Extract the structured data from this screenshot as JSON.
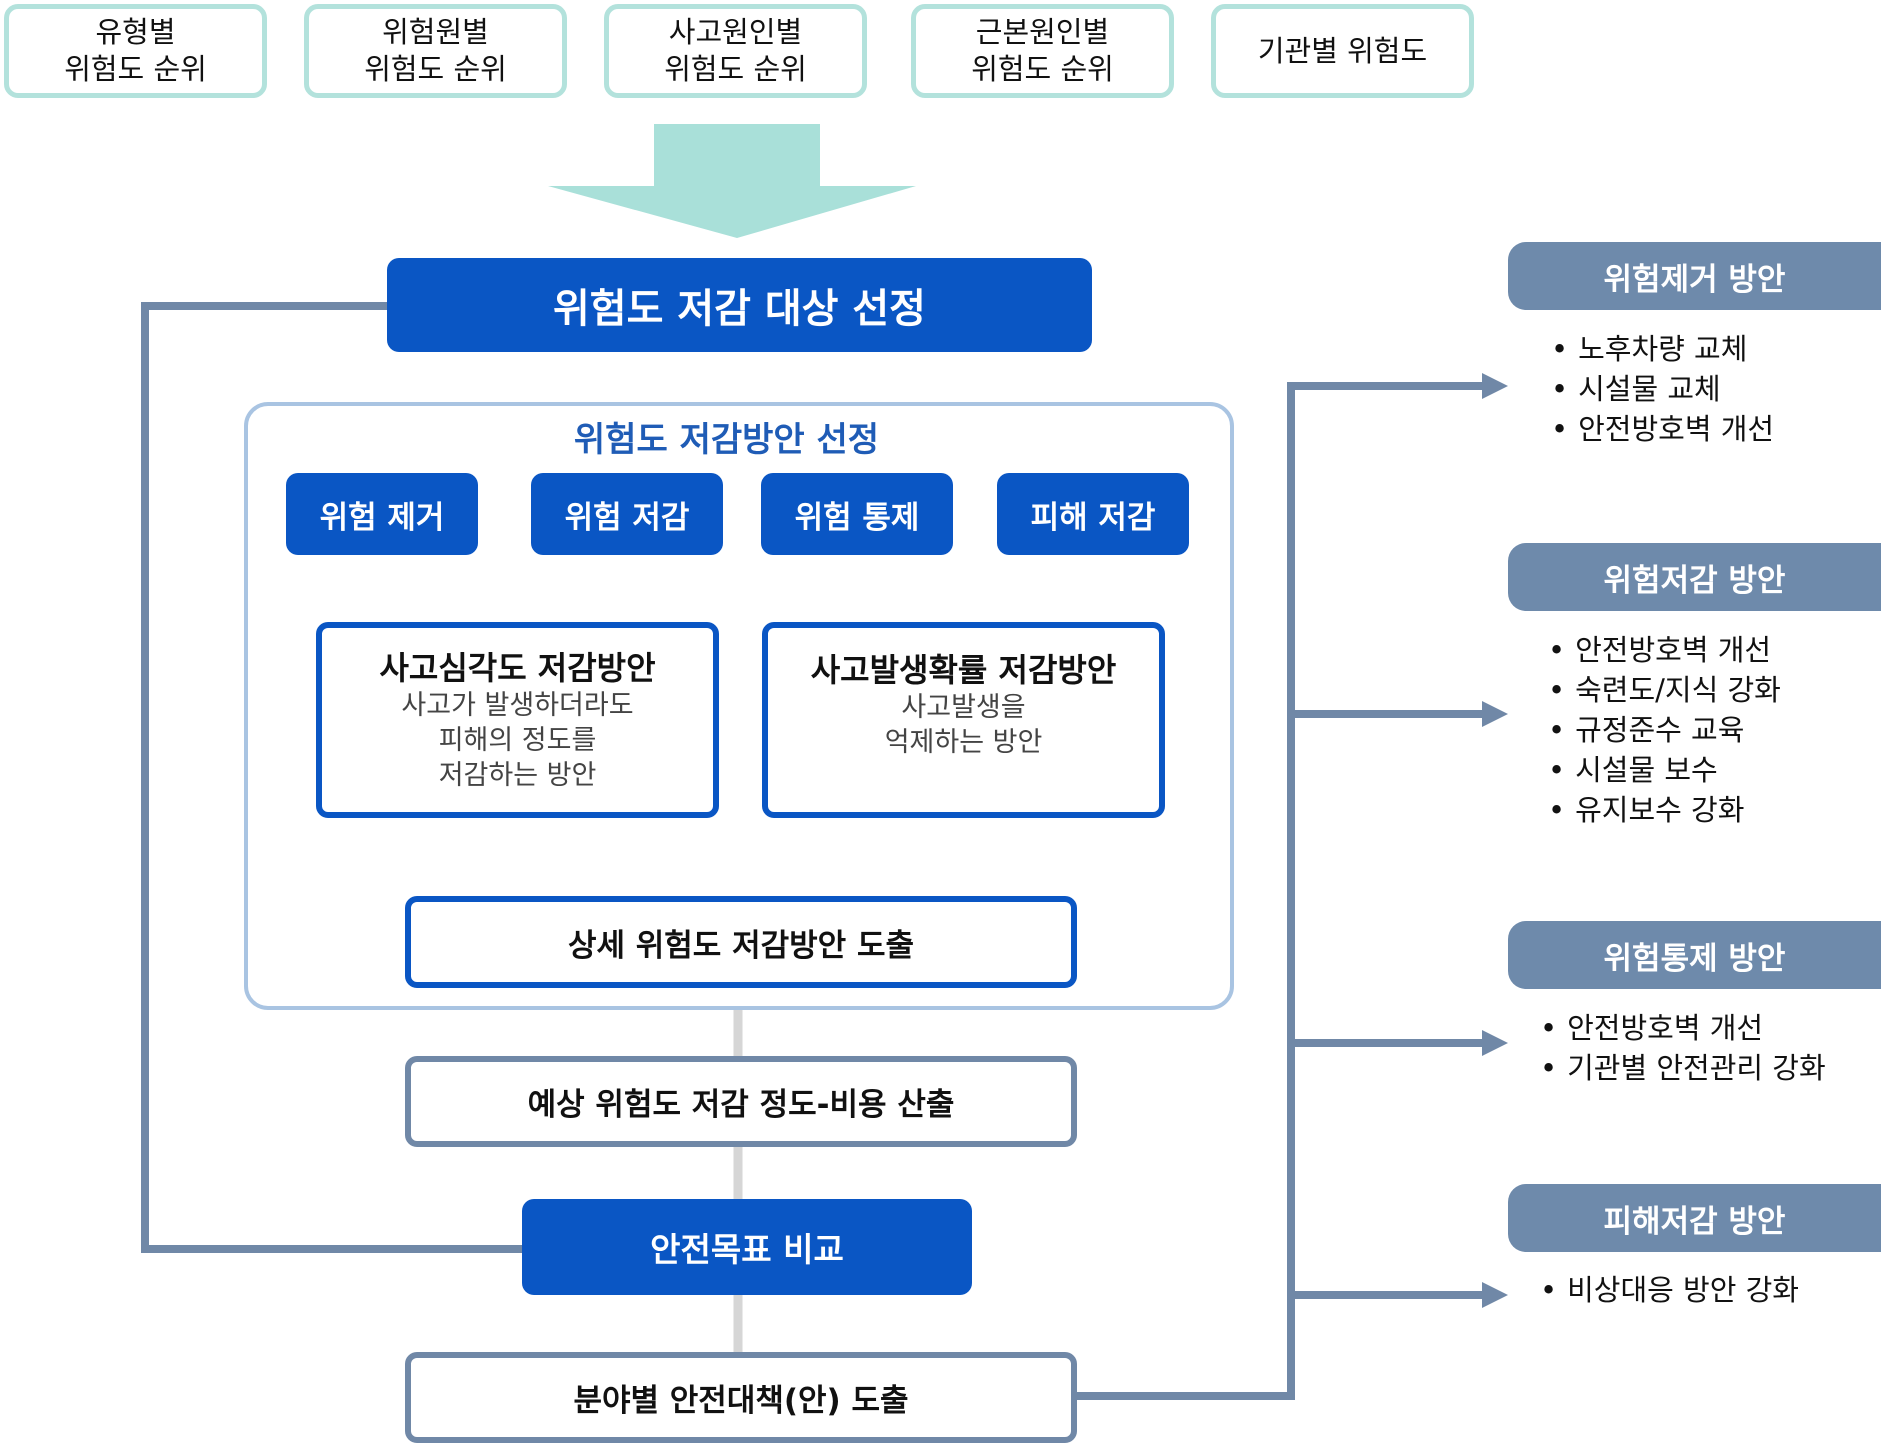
{
  "top_boxes": [
    {
      "line1": "유형별",
      "line2": "위험도 순위"
    },
    {
      "line1": "위험원별",
      "line2": "위험도 순위"
    },
    {
      "line1": "사고원인별",
      "line2": "위험도 순위"
    },
    {
      "line1": "근본원인별",
      "line2": "위험도 순위"
    },
    {
      "line1": "기관별 위험도",
      "line2": ""
    }
  ],
  "target_selection": "위험도 저감 대상 선정",
  "group": {
    "title": "위험도 저감방안 선정",
    "buttons": [
      "위험 제거",
      "위험 저감",
      "위험 통제",
      "피해 저감"
    ],
    "strategies": [
      {
        "title": "사고심각도 저감방안",
        "desc": [
          "사고가 발생하더라도",
          "피해의 정도를",
          "저감하는 방안"
        ]
      },
      {
        "title": "사고발생확률 저감방안",
        "desc": [
          "사고발생을",
          "억제하는 방안"
        ]
      }
    ],
    "detail": "상세 위험도 저감방안 도출"
  },
  "cost_estimate": "예상 위험도 저감 정도-비용 산출",
  "safety_goal": "안전목표 비교",
  "final": "분야별 안전대책(안) 도출",
  "measures": [
    {
      "title": "위험제거 방안",
      "items": [
        "노후차량 교체",
        "시설물 교체",
        "안전방호벽 개선"
      ]
    },
    {
      "title": "위험저감 방안",
      "items": [
        "안전방호벽 개선",
        "숙련도/지식 강화",
        "규정준수 교육",
        "시설물 보수",
        "유지보수 강화"
      ]
    },
    {
      "title": "위험통제 방안",
      "items": [
        "안전방호벽 개선",
        "기관별 안전관리 강화"
      ]
    },
    {
      "title": "피해저감 방안",
      "items": [
        "비상대응 방안 강화"
      ]
    }
  ],
  "colors": {
    "primary_blue": "#0a56c4",
    "teal_border": "#b3e2dc",
    "teal_arrow": "#a9e0d9",
    "slate": "#6e8aab",
    "light_blue_border": "#a9c4e2",
    "grey_connector": "#d6d6d6"
  }
}
